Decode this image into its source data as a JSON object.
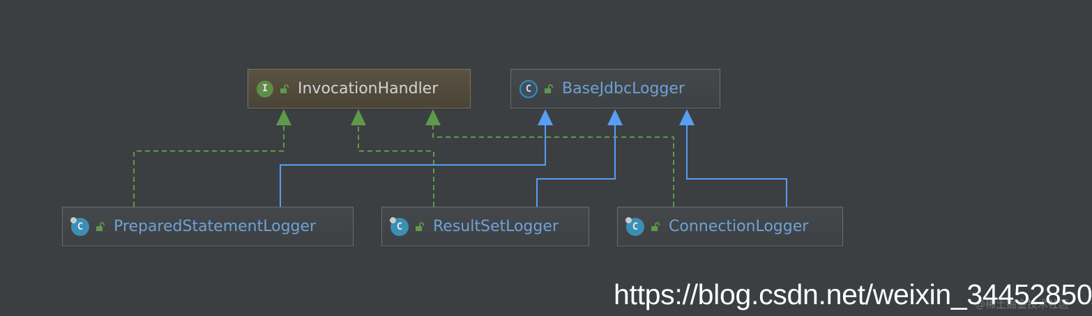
{
  "diagram": {
    "nodes": {
      "invocation_handler": {
        "name": "InvocationHandler",
        "kind": "interface",
        "badge": "I"
      },
      "base_jdbc_logger": {
        "name": "BaseJdbcLogger",
        "kind": "abstract-class",
        "badge": "C"
      },
      "prepared_statement_logger": {
        "name": "PreparedStatementLogger",
        "kind": "class",
        "badge": "C"
      },
      "result_set_logger": {
        "name": "ResultSetLogger",
        "kind": "class",
        "badge": "C"
      },
      "connection_logger": {
        "name": "ConnectionLogger",
        "kind": "class",
        "badge": "C"
      }
    },
    "relations": [
      {
        "from": "PreparedStatementLogger",
        "to": "InvocationHandler",
        "type": "implements"
      },
      {
        "from": "ResultSetLogger",
        "to": "InvocationHandler",
        "type": "implements"
      },
      {
        "from": "ConnectionLogger",
        "to": "InvocationHandler",
        "type": "implements"
      },
      {
        "from": "PreparedStatementLogger",
        "to": "BaseJdbcLogger",
        "type": "extends"
      },
      {
        "from": "ResultSetLogger",
        "to": "BaseJdbcLogger",
        "type": "extends"
      },
      {
        "from": "ConnectionLogger",
        "to": "BaseJdbcLogger",
        "type": "extends"
      }
    ],
    "colors": {
      "background": "#3c3f41",
      "implements_edge": "#5f9a4a",
      "extends_edge": "#589df6",
      "class_label": "#6ea2d6",
      "interface_label": "#d4d4d4"
    },
    "icons": {
      "interface_badge": "interface-icon",
      "class_badge": "class-icon",
      "visibility": "public-lock-icon"
    }
  },
  "watermark": {
    "url": "https://blog.csdn.net/weixin_34452850",
    "faint": "@稀土掘金技术社区"
  }
}
